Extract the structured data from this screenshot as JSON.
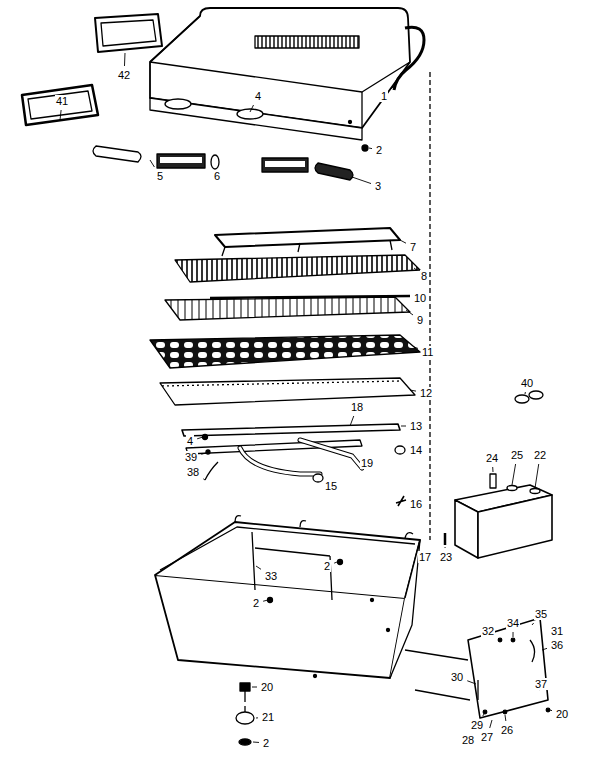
{
  "diagram": {
    "labels": [
      "41",
      "42",
      "1",
      "4",
      "2",
      "5",
      "6",
      "3",
      "7",
      "8",
      "10",
      "9",
      "11",
      "12",
      "18",
      "13",
      "4",
      "39",
      "38",
      "14",
      "19",
      "15",
      "16",
      "40",
      "24",
      "25",
      "22",
      "23",
      "17",
      "33",
      "2",
      "2",
      "20",
      "21",
      "2",
      "32",
      "34",
      "35",
      "31",
      "36",
      "30",
      "37",
      "29",
      "28",
      "27",
      "26",
      "20"
    ]
  }
}
